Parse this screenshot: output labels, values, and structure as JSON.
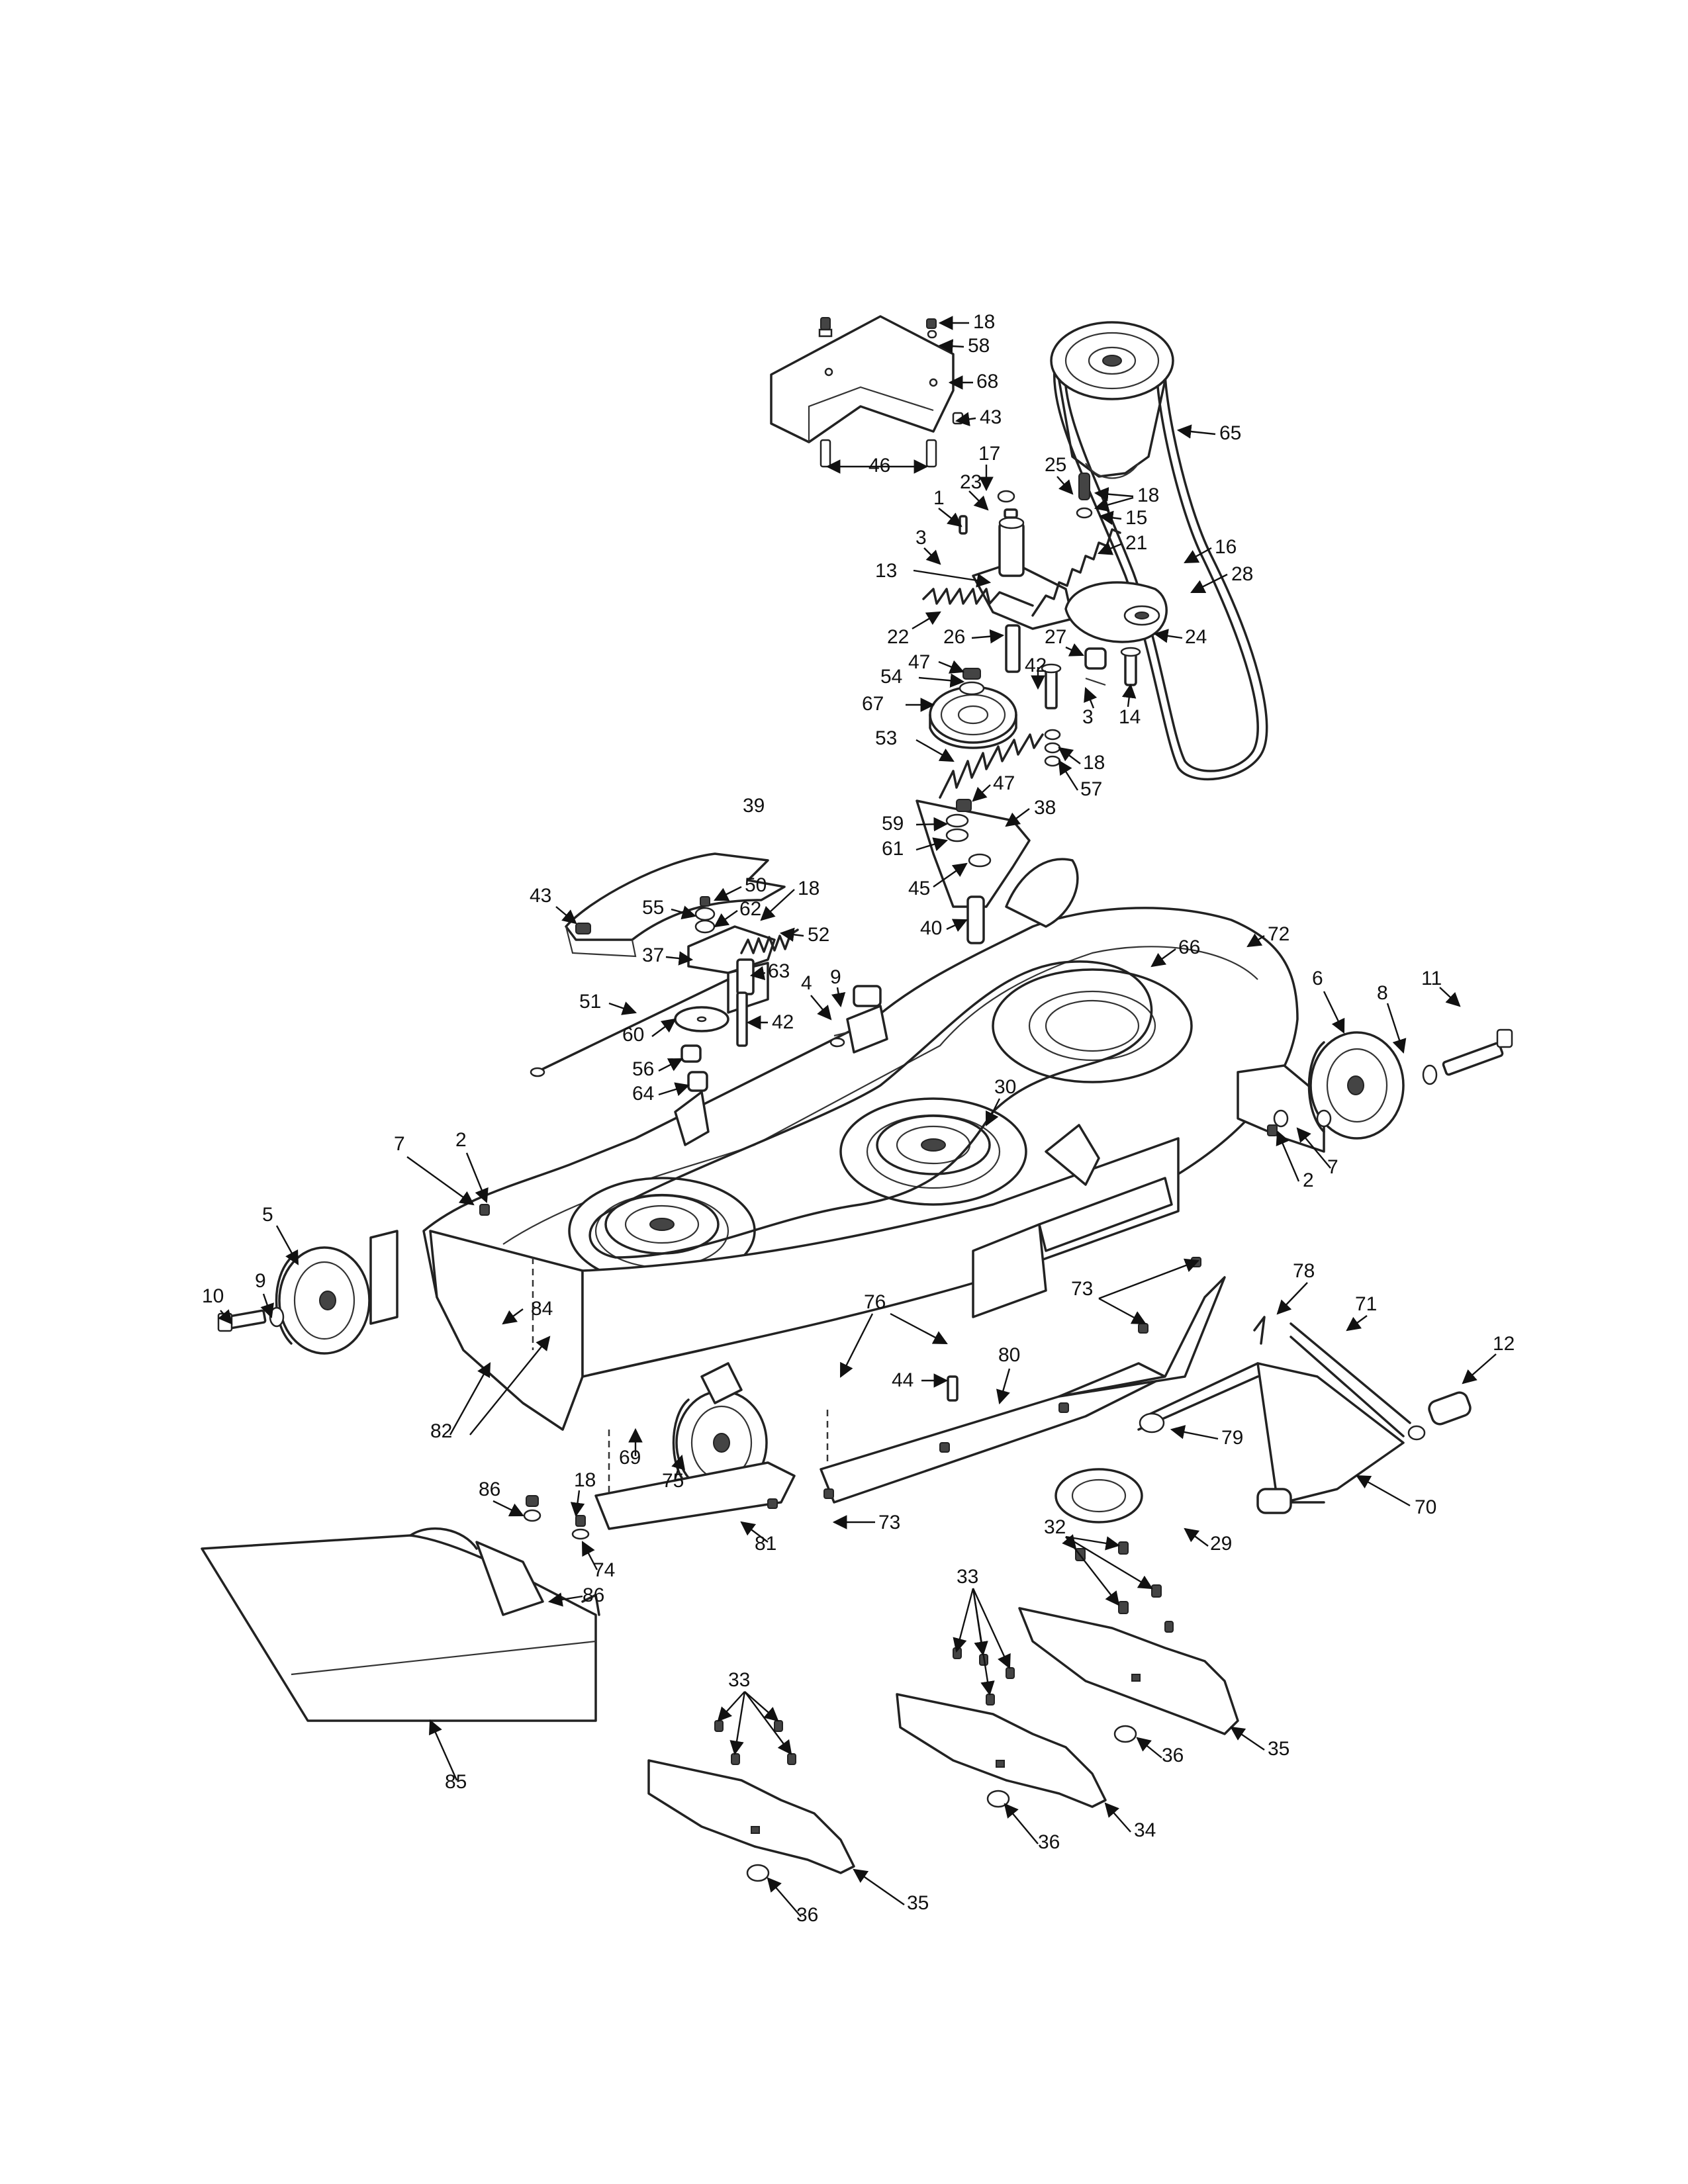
{
  "callouts": [
    {
      "n": "18"
    },
    {
      "n": "58"
    },
    {
      "n": "68"
    },
    {
      "n": "43"
    },
    {
      "n": "65"
    },
    {
      "n": "46"
    },
    {
      "n": "17"
    },
    {
      "n": "25"
    },
    {
      "n": "18"
    },
    {
      "n": "23"
    },
    {
      "n": "15"
    },
    {
      "n": "1"
    },
    {
      "n": "21"
    },
    {
      "n": "16"
    },
    {
      "n": "3"
    },
    {
      "n": "13"
    },
    {
      "n": "28"
    },
    {
      "n": "22"
    },
    {
      "n": "26"
    },
    {
      "n": "27"
    },
    {
      "n": "24"
    },
    {
      "n": "47"
    },
    {
      "n": "42"
    },
    {
      "n": "54"
    },
    {
      "n": "67"
    },
    {
      "n": "3"
    },
    {
      "n": "14"
    },
    {
      "n": "53"
    },
    {
      "n": "18"
    },
    {
      "n": "57"
    },
    {
      "n": "47"
    },
    {
      "n": "39"
    },
    {
      "n": "59"
    },
    {
      "n": "38"
    },
    {
      "n": "61"
    },
    {
      "n": "45"
    },
    {
      "n": "18"
    },
    {
      "n": "50"
    },
    {
      "n": "43"
    },
    {
      "n": "55"
    },
    {
      "n": "62"
    },
    {
      "n": "52"
    },
    {
      "n": "40"
    },
    {
      "n": "72"
    },
    {
      "n": "37"
    },
    {
      "n": "66"
    },
    {
      "n": "63"
    },
    {
      "n": "4"
    },
    {
      "n": "9"
    },
    {
      "n": "6"
    },
    {
      "n": "8"
    },
    {
      "n": "11"
    },
    {
      "n": "51"
    },
    {
      "n": "42"
    },
    {
      "n": "60"
    },
    {
      "n": "56"
    },
    {
      "n": "64"
    },
    {
      "n": "30"
    },
    {
      "n": "7"
    },
    {
      "n": "2"
    },
    {
      "n": "2"
    },
    {
      "n": "7"
    },
    {
      "n": "5"
    },
    {
      "n": "78"
    },
    {
      "n": "73"
    },
    {
      "n": "71"
    },
    {
      "n": "76"
    },
    {
      "n": "84"
    },
    {
      "n": "10"
    },
    {
      "n": "9"
    },
    {
      "n": "12"
    },
    {
      "n": "80"
    },
    {
      "n": "44"
    },
    {
      "n": "82"
    },
    {
      "n": "79"
    },
    {
      "n": "69"
    },
    {
      "n": "75"
    },
    {
      "n": "70"
    },
    {
      "n": "18"
    },
    {
      "n": "86"
    },
    {
      "n": "73"
    },
    {
      "n": "32"
    },
    {
      "n": "29"
    },
    {
      "n": "81"
    },
    {
      "n": "74"
    },
    {
      "n": "86"
    },
    {
      "n": "33"
    },
    {
      "n": "33"
    },
    {
      "n": "85"
    },
    {
      "n": "36"
    },
    {
      "n": "35"
    },
    {
      "n": "36"
    },
    {
      "n": "34"
    },
    {
      "n": "36"
    },
    {
      "n": "35"
    }
  ]
}
